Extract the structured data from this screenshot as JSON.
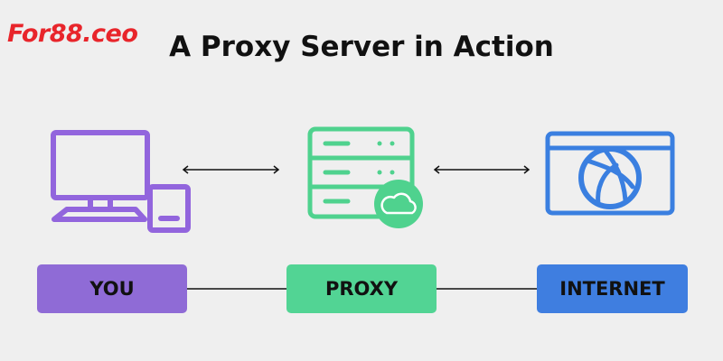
{
  "logo": {
    "text": "For88.ceo"
  },
  "title": "A Proxy Server in Action",
  "nodes": [
    {
      "label": "YOU",
      "color": "#8f6bd6",
      "icon": "computer-icon"
    },
    {
      "label": "PROXY",
      "color": "#52d494",
      "icon": "server-icon"
    },
    {
      "label": "INTERNET",
      "color": "#3f7ee0",
      "icon": "browser-globe-icon"
    }
  ],
  "colors": {
    "purple": "#9265dd",
    "green": "#4fd28e",
    "blue": "#3a7fe0",
    "arrow": "#111111",
    "background": "#efefef"
  }
}
